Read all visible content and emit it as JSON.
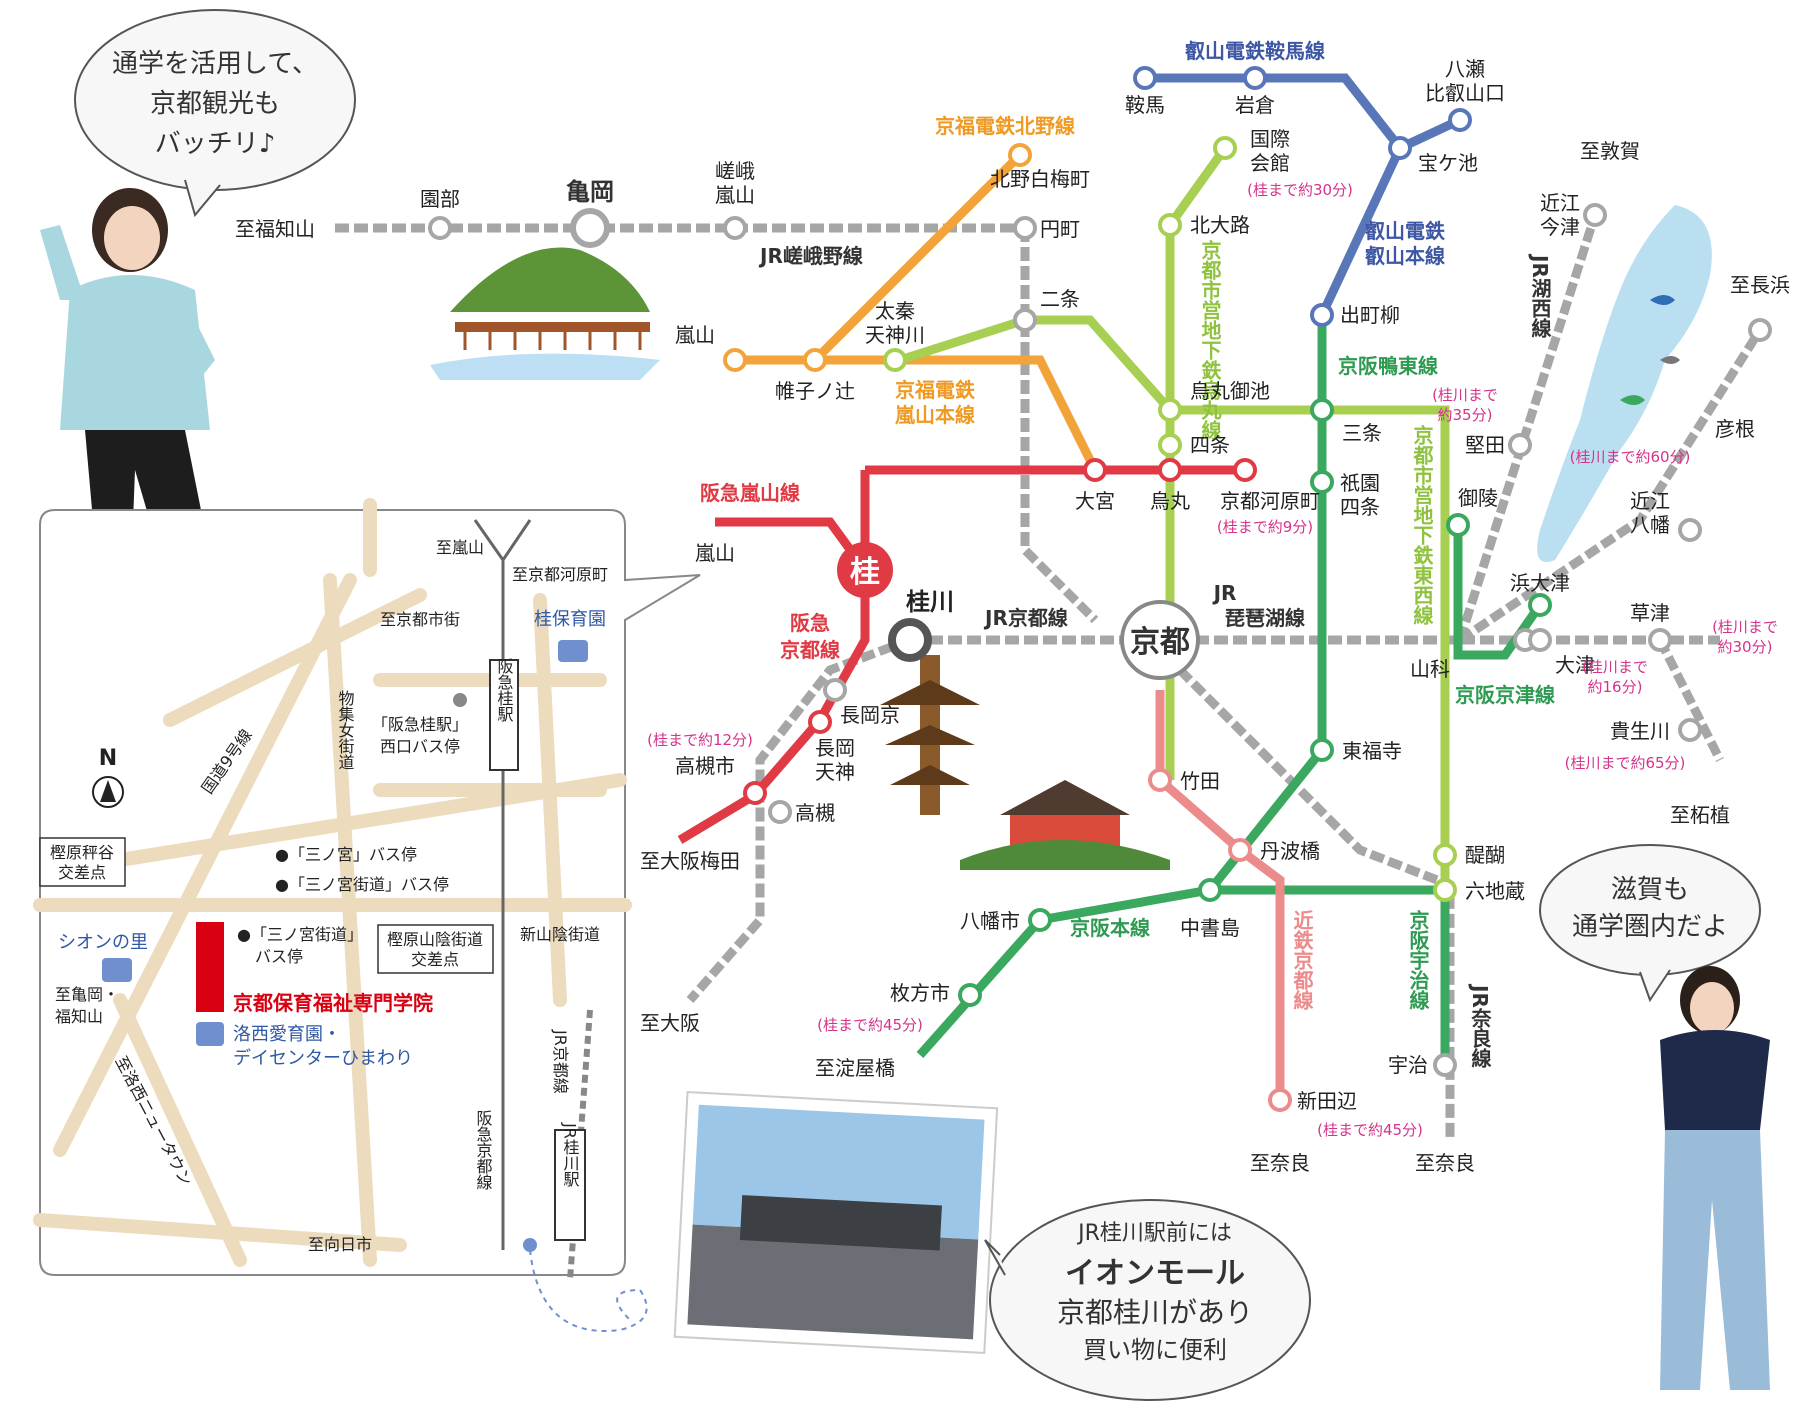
{
  "colors": {
    "jr": "#a6a6a6",
    "hankyu": "#e03a44",
    "keifuku": "#f2a33a",
    "subway_karasuma": "#a7cf52",
    "subway_tozai": "#a7cf52",
    "keihan": "#3aa85f",
    "kintetsu": "#ec8b8b",
    "eizan": "#5876b8",
    "hankyu_text": "#e03a44",
    "keifuku_text": "#ef9a23",
    "karasuma_text": "#8fc23f",
    "keihan_text": "#2e9a52",
    "eizan_text": "#3d57a5",
    "note": "#d6338a",
    "road": "#ecdcbd",
    "school": "#d90012",
    "bluebox": "#6f8fcf"
  },
  "speech": {
    "top_left": [
      "通学を活用して、",
      "京都観光も",
      "バッチリ♪"
    ],
    "right": [
      "滋賀も",
      "通学圏内だよ"
    ],
    "bottom": [
      "JR桂川駅前には",
      "イオンモール",
      "京都桂川があり",
      "買い物に便利"
    ]
  },
  "lines": {
    "jr_sagano": "JR嵯峨野線",
    "jr_kyoto": "JR京都線",
    "jr_biwako": [
      "JR",
      "琵琶湖線"
    ],
    "jr_kosei": "JR湖西線",
    "jr_nara": "JR奈良線",
    "hankyu_arashiyama": "阪急嵐山線",
    "hankyu_kyoto": [
      "阪急",
      "京都線"
    ],
    "keifuku_kitano": "京福電鉄北野線",
    "keifuku_arashiyama": [
      "京福電鉄",
      "嵐山本線"
    ],
    "eizan_kurama": "叡山電鉄鞍馬線",
    "eizan_main": [
      "叡山電鉄",
      "叡山本線"
    ],
    "karasuma": "京都市営地下鉄烏丸線",
    "tozai": "京都市営地下鉄東西線",
    "keihan_oto": "京阪鴨東線",
    "keihan_main": "京阪本線",
    "keihan_keishin": "京阪京津線",
    "keihan_uji": "京阪宇治線",
    "kintetsu_kyoto": "近鉄京都線"
  },
  "stations": {
    "fukuchiyama": "至福知山",
    "sonobe": "園部",
    "kameoka": "亀岡",
    "saga": [
      "嵯峨",
      "嵐山"
    ],
    "emmachi": "円町",
    "nijo": "二条",
    "kitanohakubaicho": "北野白梅町",
    "arashiyama_k": "嵐山",
    "katabiranotsuji": "帷子ノ辻",
    "uzumasa": [
      "太秦",
      "天神川"
    ],
    "kurama": "鞍馬",
    "iwakura": "岩倉",
    "yase": [
      "八瀬",
      "比叡山口"
    ],
    "takaragaike": "宝ケ池",
    "demachiyanagi": "出町柳",
    "kokusaikaikan": [
      "国際",
      "会館"
    ],
    "kitaoji": "北大路",
    "karasumaoike": "烏丸御池",
    "shijo": "四条",
    "sanjo": "三条",
    "gionshijo": [
      "祇園",
      "四条"
    ],
    "omiya": "大宮",
    "karasuma": "烏丸",
    "kawaramachi": "京都河原町",
    "arashiyama_h": "嵐山",
    "katsura": "桂",
    "katsuragawa": "桂川",
    "kyoto": "京都",
    "nagaokakyo": "長岡京",
    "nagaokatenjin": [
      "長岡",
      "天神"
    ],
    "takatsukishi": "高槻市",
    "takatsuki": "高槻",
    "osakaumeda": "至大阪梅田",
    "osaka": "至大阪",
    "takeda": "竹田",
    "tofukuji": "東福寺",
    "tanbabashi": "丹波橋",
    "chushojima": "中書島",
    "yawatashi": "八幡市",
    "hirakatashi": "枚方市",
    "yodoyabashi": "至淀屋橋",
    "shintanabe": "新田辺",
    "nara_k": "至奈良",
    "uji": "宇治",
    "nara_jr": "至奈良",
    "daigo": "醍醐",
    "rokujizo": "六地蔵",
    "yamashina": "山科",
    "misasagi": "御陵",
    "hamaotsu": "浜大津",
    "otsu": "大津",
    "kusatsu": "草津",
    "katata": "堅田",
    "tsuruga": "至敦賀",
    "omiimazu": [
      "近江",
      "今津"
    ],
    "nagahama": "至長浜",
    "hikone": "彦根",
    "omihachiman": [
      "近江",
      "八幡"
    ],
    "kibukawa": "貴生川",
    "tsuge": "至柘植"
  },
  "notes": {
    "kokusai": "(桂まで約30分)",
    "kawaramachi": "(桂まで約9分)",
    "takatsuki": "(桂まで約12分)",
    "hirakata": "(桂まで約45分)",
    "shintanabe": "(桂まで約45分)",
    "katata": [
      "(桂川まで",
      "約35分)"
    ],
    "hikone": "(桂川まで約60分)",
    "kusatsu": [
      "(桂川まで",
      "約30分)"
    ],
    "otsu": [
      "(桂川まで",
      "約16分)"
    ],
    "kibukawa": "(桂川まで約65分)"
  },
  "inset": {
    "to_arashiyama": "至嵐山",
    "to_kawaramachi": "至京都河原町",
    "to_kyotoshigai": "至京都市街",
    "katsura_nursery": "桂保育園",
    "hankyu_katsura_stn": "阪急桂駅",
    "bus_katsura_west": [
      "「阪急桂駅」",
      "西口バス停"
    ],
    "mono_kaido": "物集女街道",
    "route9": "国道9号線",
    "north": "N",
    "kashiwara": [
      "樫原秤谷",
      "交差点"
    ],
    "bus_sannomiya": "●「三ノ宮」バス停",
    "bus_sannomiya_kaido": "●「三ノ宮街道」バス停",
    "bus_sannomiya_kaido2": [
      "●「三ノ宮街道」",
      "バス停"
    ],
    "sanin_kousaten": [
      "樫原山陰街道",
      "交差点"
    ],
    "shin_sanin": "新山陰街道",
    "sion": "シオンの里",
    "school": "京都保育福祉専門学院",
    "rakusai": [
      "洛西愛育園・",
      "デイセンターひまわり"
    ],
    "to_kameoka": [
      "至亀岡・",
      "福知山"
    ],
    "rakusai_newtown": "至洛西ニュータウン",
    "jr_kyoto_sen": "JR京都線",
    "hankyu_kyoto_sen": "阪急京都線",
    "jr_katsuragawa_stn": "JR桂川駅",
    "to_mukomachi": "至向日市"
  }
}
